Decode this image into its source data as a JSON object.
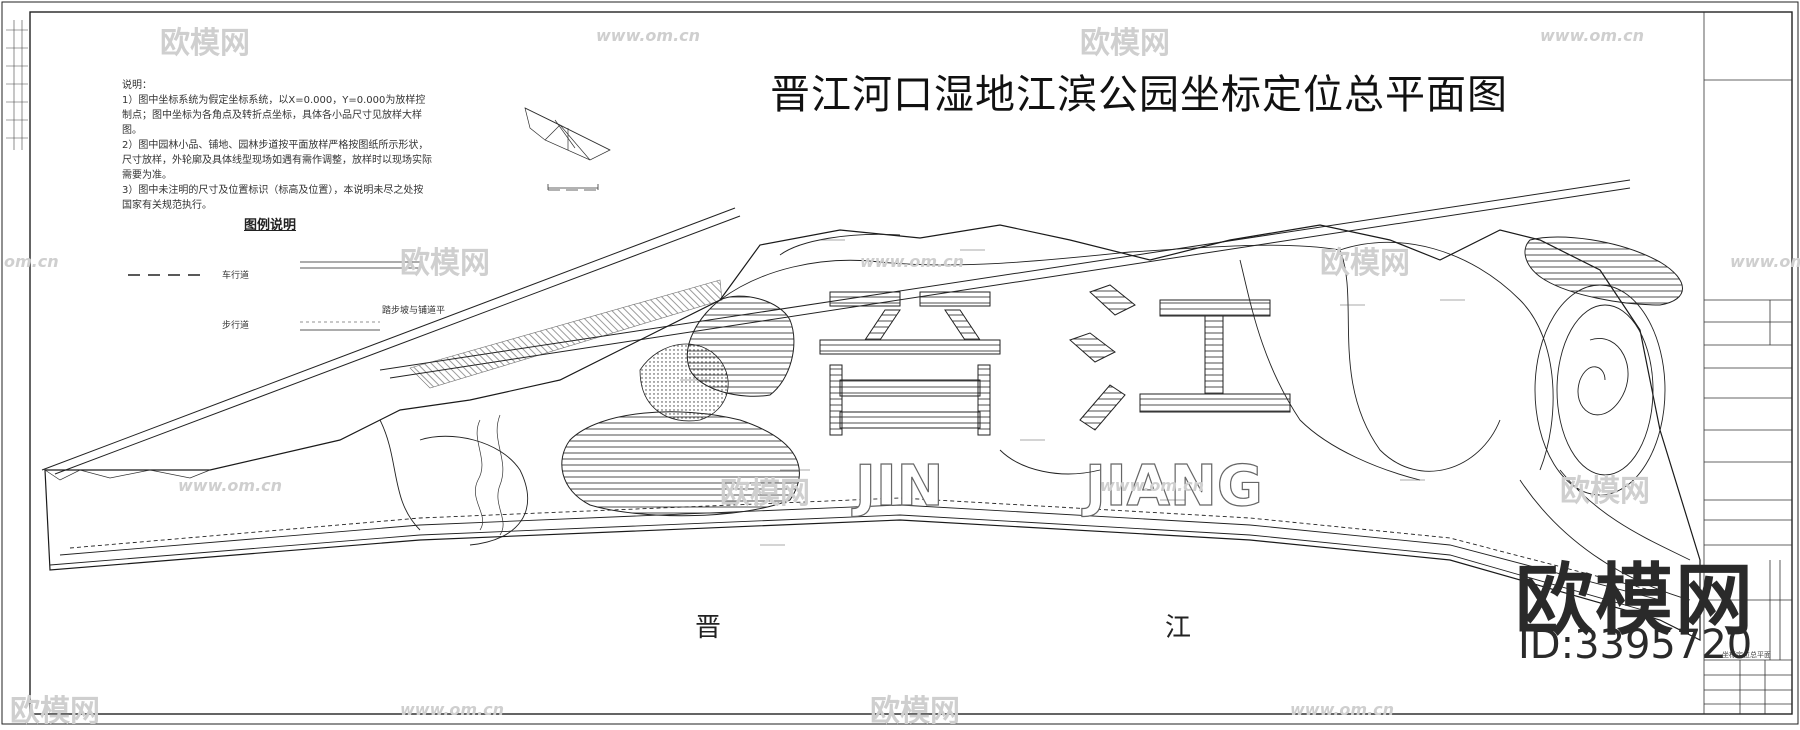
{
  "drawing": {
    "title": "晋江河口湿地江滨公园坐标定位总平面图",
    "notes": {
      "heading": "说明：",
      "items": [
        "1）图中坐标系统为假定坐标系统，以X=0.000，Y=0.000为放样控制点；图中坐标为各角点及转折点坐标，具体各小品尺寸见放样大样图。",
        "2）图中园林小品、铺地、园林步道按平面放样严格按图纸所示形状，尺寸放样，外轮廓及具体线型现场如遇有需作调整，放样时以现场实际需要为准。",
        "3）图中未注明的尺寸及位置标识（标高及位置），本说明未尽之处按国家有关规范执行。"
      ]
    },
    "legend": {
      "title": "图例说明",
      "items": [
        {
          "label": "车行道"
        },
        {
          "label": "步行道"
        },
        {
          "label": "踏步坡与铺道平"
        }
      ]
    },
    "map_text": {
      "big_letters_1": "JIN",
      "big_letters_2": "JIANG",
      "river_left": "晋",
      "river_right": "江"
    },
    "watermarks": {
      "brand": "欧模网",
      "url": "www.om.cn",
      "url_short": "om.cn"
    },
    "stamp": {
      "brand": "欧模网",
      "id": "ID:3395720"
    },
    "title_block": {
      "drawing_name": "坐标定位总平面"
    },
    "colors": {
      "line": "#1a1a1a",
      "watermark": "#cfcfcf",
      "background": "#ffffff"
    }
  }
}
